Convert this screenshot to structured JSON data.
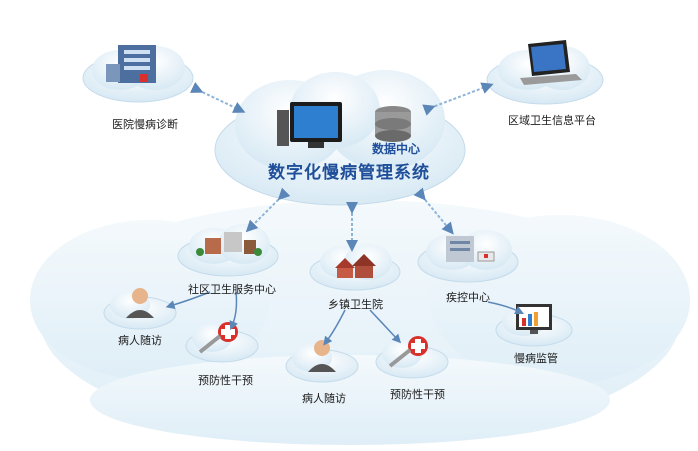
{
  "diagram": {
    "title": "数字化慢病管理系统",
    "center_sub": "数据中心",
    "nodes": {
      "hospital": "医院慢病诊断",
      "regional": "区域卫生信息平台",
      "community": "社区卫生服务中心",
      "township": "乡镇卫生院",
      "cdc": "疾控中心",
      "followup_left": "病人随访",
      "prevention_left": "预防性干预",
      "followup_mid": "病人随访",
      "prevention_mid": "预防性干预",
      "monitor": "慢病监管"
    }
  },
  "colors": {
    "accent": "#1f4f9a",
    "cloud": "#eaf4fa",
    "arrow": "#9fc3e0"
  }
}
